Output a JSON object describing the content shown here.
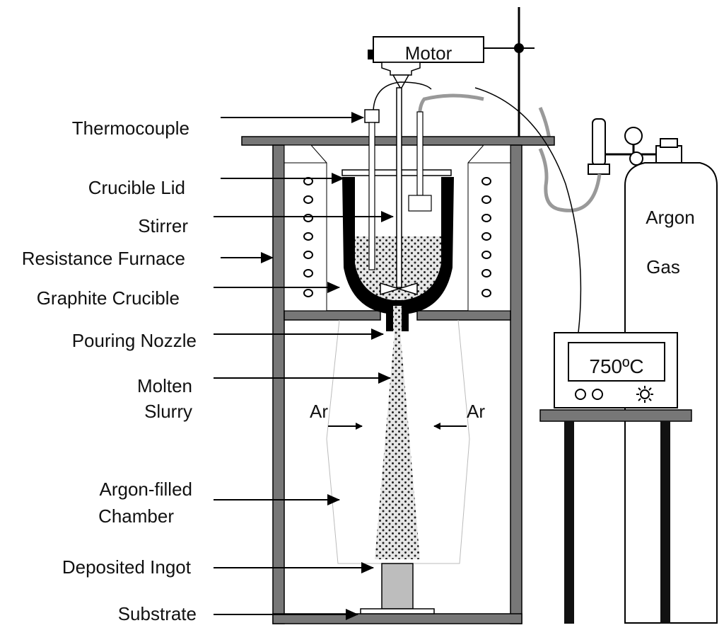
{
  "apparatus": {
    "motor_label": "Motor",
    "cylinder_label_line1": "Argon",
    "cylinder_label_line2": "Gas",
    "controller_display": "750ºC"
  },
  "labels": [
    {
      "id": "thermocouple",
      "lines": [
        "Thermocouple"
      ]
    },
    {
      "id": "crucible-lid",
      "lines": [
        "Crucible Lid"
      ]
    },
    {
      "id": "stirrer",
      "lines": [
        "Stirrer"
      ]
    },
    {
      "id": "resistance-furnace",
      "lines": [
        "Resistance Furnace"
      ]
    },
    {
      "id": "graphite-crucible",
      "lines": [
        "Graphite Crucible"
      ]
    },
    {
      "id": "pouring-nozzle",
      "lines": [
        "Pouring Nozzle"
      ]
    },
    {
      "id": "molten-slurry",
      "lines": [
        "Molten",
        "Slurry"
      ]
    },
    {
      "id": "argon-filled-chamber",
      "lines": [
        "Argon-filled",
        "Chamber"
      ]
    },
    {
      "id": "deposited-ingot",
      "lines": [
        "Deposited Ingot"
      ]
    },
    {
      "id": "substrate",
      "lines": [
        "Substrate"
      ]
    }
  ],
  "gas_flow": {
    "left_label": "Ar",
    "right_label": "Ar"
  }
}
